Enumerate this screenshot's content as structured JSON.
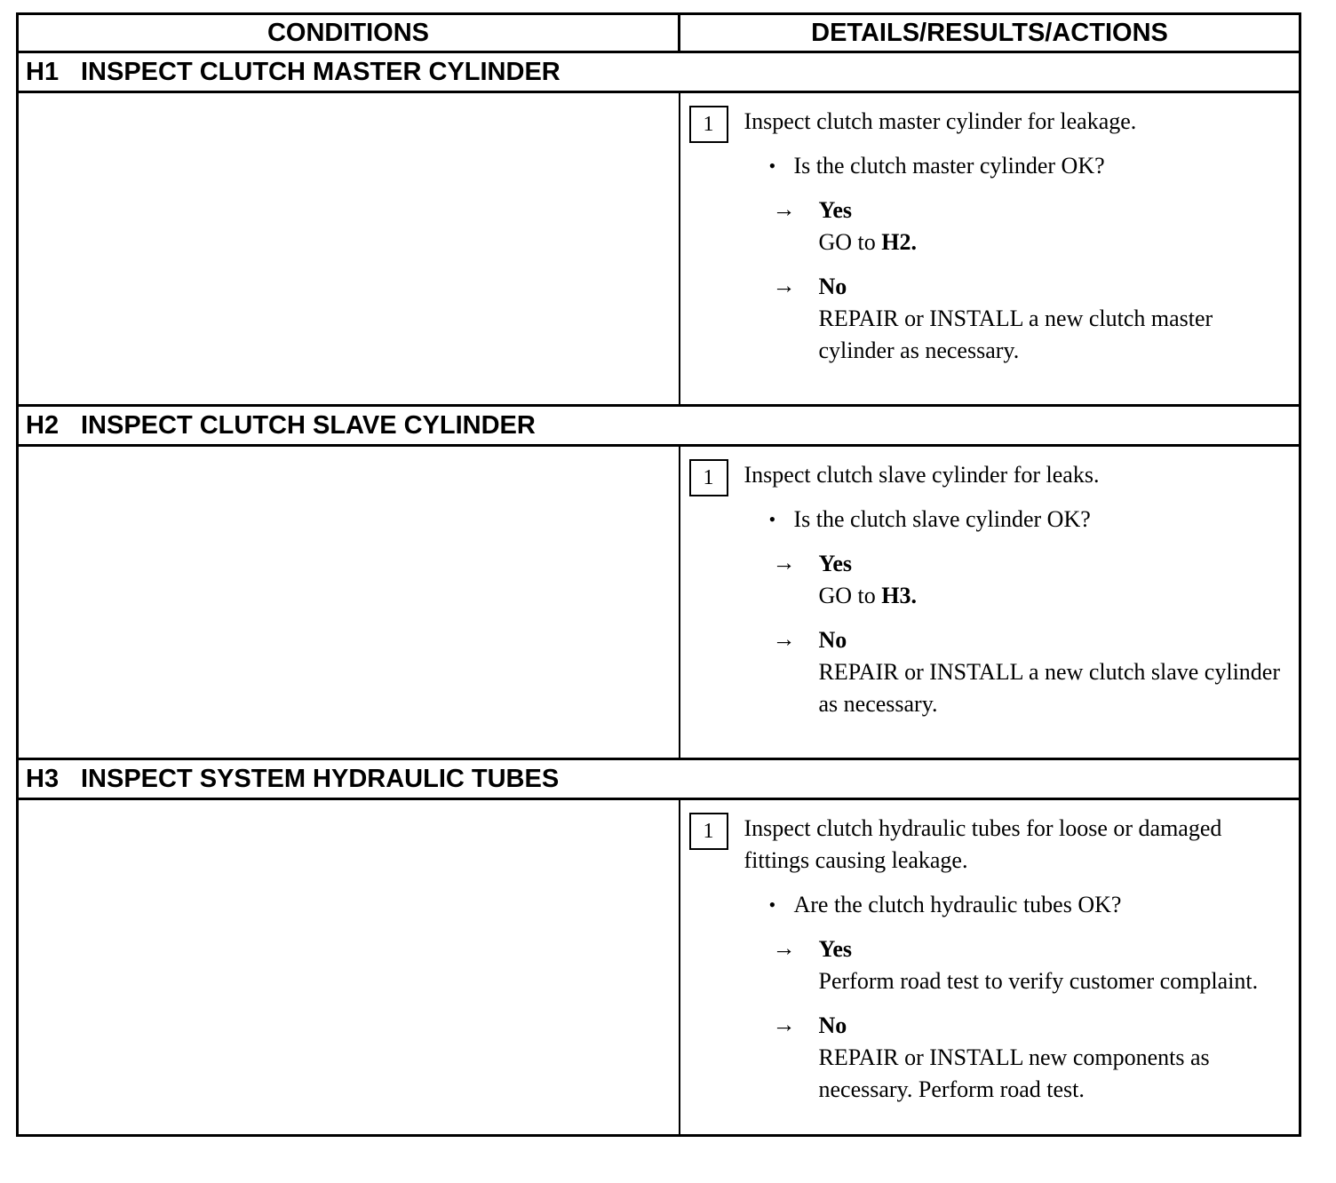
{
  "header": {
    "conditions": "CONDITIONS",
    "details": "DETAILS/RESULTS/ACTIONS"
  },
  "steps": [
    {
      "code": "H1",
      "title": "INSPECT CLUTCH MASTER CYLINDER",
      "substep": "1",
      "instruction": "Inspect clutch master cylinder for leakage.",
      "question": "Is the clutch master cylinder OK?",
      "yes_label": "Yes",
      "yes_action_text": "GO to ",
      "yes_action_ref": "H2.",
      "no_label": "No",
      "no_action": "REPAIR or INSTALL a new clutch master cylinder as necessary."
    },
    {
      "code": "H2",
      "title": "INSPECT CLUTCH SLAVE CYLINDER",
      "substep": "1",
      "instruction": "Inspect clutch slave cylinder for leaks.",
      "question": "Is the clutch slave cylinder OK?",
      "yes_label": "Yes",
      "yes_action_text": "GO to ",
      "yes_action_ref": "H3.",
      "no_label": "No",
      "no_action": "REPAIR or INSTALL a new clutch slave cylinder as necessary."
    },
    {
      "code": "H3",
      "title": "INSPECT SYSTEM HYDRAULIC TUBES",
      "substep": "1",
      "instruction": "Inspect clutch hydraulic tubes for loose or damaged fittings causing leakage.",
      "question": "Are the clutch hydraulic tubes OK?",
      "yes_label": "Yes",
      "yes_action": "Perform road test to verify customer complaint.",
      "no_label": "No",
      "no_action": "REPAIR or INSTALL new components as necessary. Perform road test."
    }
  ],
  "glyphs": {
    "bullet": "•",
    "arrow": "→"
  }
}
